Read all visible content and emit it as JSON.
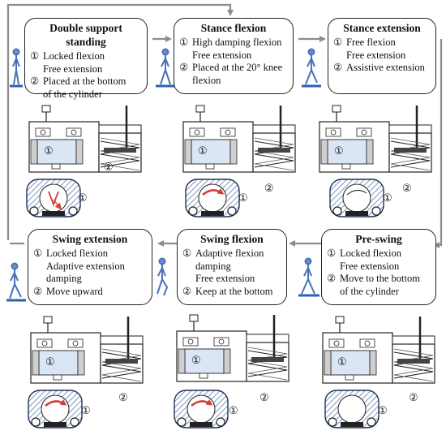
{
  "phases": [
    {
      "id": "double-support",
      "title": "Double support standing",
      "lines": [
        {
          "num": "①",
          "text": "Locked flexion"
        },
        {
          "num": "",
          "text": "Free extension"
        },
        {
          "num": "②",
          "text": "Placed at the bottom"
        },
        {
          "num": "",
          "text": "of the cylinder"
        }
      ]
    },
    {
      "id": "stance-flexion",
      "title": "Stance flexion",
      "lines": [
        {
          "num": "①",
          "text": "High damping flexion"
        },
        {
          "num": "",
          "text": "Free extension"
        },
        {
          "num": "②",
          "text": "Placed at the 20° knee"
        },
        {
          "num": "",
          "text": "flexion"
        }
      ]
    },
    {
      "id": "stance-extension",
      "title": "Stance extension",
      "lines": [
        {
          "num": "①",
          "text": "Free flexion"
        },
        {
          "num": "",
          "text": "Free extension"
        },
        {
          "num": "②",
          "text": "Assistive extension"
        }
      ]
    },
    {
      "id": "swing-extension",
      "title": "Swing extension",
      "lines": [
        {
          "num": "①",
          "text": "Locked flexion"
        },
        {
          "num": "",
          "text": "Adaptive extension"
        },
        {
          "num": "",
          "text": "damping"
        },
        {
          "num": "②",
          "text": "Move upward"
        }
      ]
    },
    {
      "id": "swing-flexion",
      "title": "Swing flexion",
      "lines": [
        {
          "num": "①",
          "text": "Adaptive flexion"
        },
        {
          "num": "",
          "text": "damping"
        },
        {
          "num": "",
          "text": "Free extension"
        },
        {
          "num": "②",
          "text": "Keep at the bottom"
        }
      ]
    },
    {
      "id": "pre-swing",
      "title": "Pre-swing",
      "lines": [
        {
          "num": "①",
          "text": "Locked flexion"
        },
        {
          "num": "",
          "text": "Free extension"
        },
        {
          "num": "②",
          "text": "Move to the bottom"
        },
        {
          "num": "",
          "text": "of the cylinder"
        }
      ]
    }
  ],
  "mechanism_labels": {
    "one": "①",
    "two": "②"
  },
  "colors": {
    "stroke": "#222222",
    "arrow_gray": "#8c8c8c",
    "hatch_blue": "#5b7fb5",
    "fill_blue": "#dbe6f5",
    "red": "#d0403a",
    "figure_blue": "#4a72b8",
    "gray_fill": "#cfcfcf"
  }
}
